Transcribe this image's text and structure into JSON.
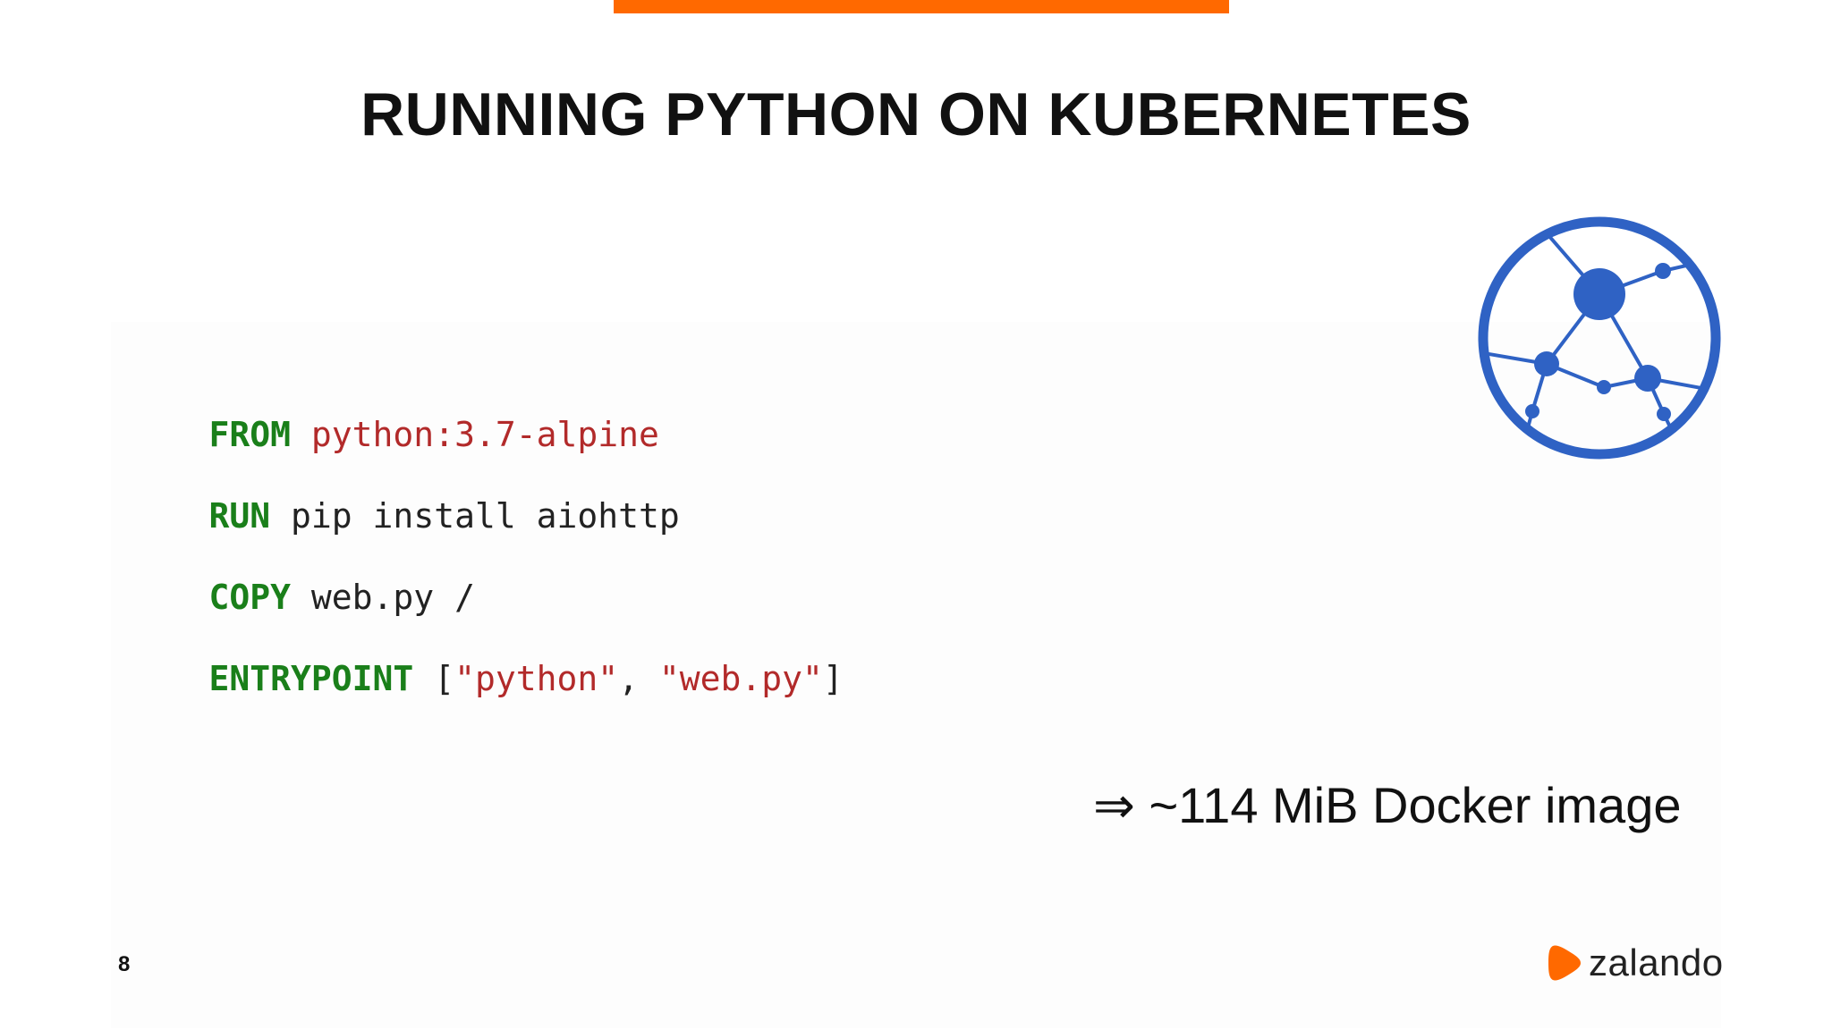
{
  "slide": {
    "title": "RUNNING PYTHON ON KUBERNETES",
    "page_number": "8",
    "accent_color": "#ff6900"
  },
  "code": {
    "lines": [
      {
        "keyword": "FROM",
        "parts": [
          {
            "text": "python:3.7-alpine",
            "type": "string"
          }
        ]
      },
      {
        "keyword": "RUN",
        "parts": [
          {
            "text": "pip install aiohttp",
            "type": "plain"
          }
        ]
      },
      {
        "keyword": "COPY",
        "parts": [
          {
            "text": "web.py /",
            "type": "plain"
          }
        ]
      },
      {
        "keyword": "ENTRYPOINT",
        "parts": [
          {
            "text": "[",
            "type": "plain"
          },
          {
            "text": "\"python\"",
            "type": "string"
          },
          {
            "text": ", ",
            "type": "plain"
          },
          {
            "text": "\"web.py\"",
            "type": "string"
          },
          {
            "text": "]",
            "type": "plain"
          }
        ]
      }
    ],
    "keyword_color": "#1a7f1a",
    "string_color": "#b22a2a"
  },
  "result": {
    "text": "⇒ ~114 MiB Docker image"
  },
  "logo": {
    "icon": "kubernetes-network-icon",
    "color": "#2f62c4"
  },
  "brand": {
    "name": "zalando",
    "icon": "zalando-logo-icon",
    "color": "#ff6900"
  }
}
